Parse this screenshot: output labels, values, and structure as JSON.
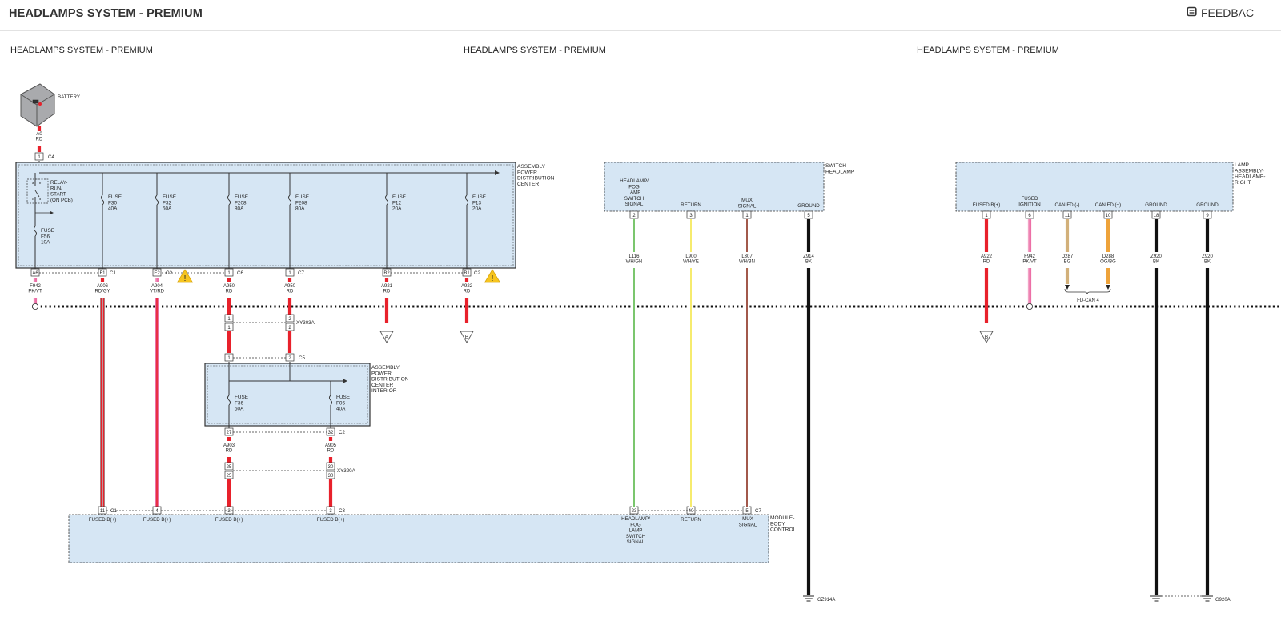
{
  "page": {
    "title": "HEADLAMPS SYSTEM - PREMIUM",
    "feedback_label": "FEEDBAC"
  },
  "sections": [
    "HEADLAMPS SYSTEM - PREMIUM",
    "HEADLAMPS SYSTEM - PREMIUM",
    "HEADLAMPS SYSTEM - PREMIUM"
  ],
  "colors": {
    "box_fill": "#d6e6f4",
    "red": "#e8212b",
    "pink": "#ec6fa6",
    "green": "#5ab84a",
    "yellow": "#f3e64a",
    "black": "#111111",
    "tan": "#d2b07a",
    "orange": "#eea33a",
    "warning": "#f7c51e"
  },
  "diagram": {
    "battery": {
      "label": "BATTERY",
      "wire": [
        "A0",
        "RD"
      ],
      "pin": "1",
      "connector": "C4"
    },
    "ipdc": {
      "name": [
        "ASSEMBLY",
        "POWER",
        "DISTRIBUTION",
        "CENTER"
      ],
      "relay": [
        "RELAY-",
        "RUN/",
        "START",
        "(ON PCB)"
      ],
      "fuses": [
        [
          "FUSE",
          "F56",
          "10A"
        ],
        [
          "FUSE",
          "F30",
          "40A"
        ],
        [
          "FUSE",
          "F32",
          "50A"
        ],
        [
          "FUSE",
          "F208",
          "80A"
        ],
        [
          "FUSE",
          "F208",
          "80A"
        ],
        [
          "FUSE",
          "F12",
          "20A"
        ],
        [
          "FUSE",
          "F13",
          "20A"
        ]
      ],
      "pins": [
        "A6",
        "F1",
        "E2",
        "1",
        "1",
        "B2",
        "B1"
      ],
      "connectors": [
        "C1",
        "C2",
        "C6",
        "C7",
        "C2"
      ],
      "wires": [
        [
          "F942",
          "PK/VT"
        ],
        [
          "A906",
          "RD/GY"
        ],
        [
          "A904",
          "VT/RD"
        ],
        [
          "A950",
          "RD"
        ],
        [
          "A950",
          "RD"
        ],
        [
          "A921",
          "RD"
        ],
        [
          "A922",
          "RD"
        ]
      ],
      "offpage": [
        "A",
        "B"
      ]
    },
    "splice": {
      "label": "XY303A",
      "pins": [
        "1",
        "2",
        "1",
        "2",
        "1",
        "2"
      ],
      "connector": "C5"
    },
    "ipdc_interior": {
      "name": [
        "ASSEMBLY",
        "POWER",
        "DISTRIBUTION",
        "CENTER",
        "INTERIOR"
      ],
      "fuses": [
        [
          "FUSE",
          "F36",
          "50A"
        ],
        [
          "FUSE",
          "F06",
          "40A"
        ]
      ],
      "pins": [
        "27",
        "32"
      ],
      "connector": "C2",
      "wires": [
        [
          "A903",
          "RD"
        ],
        [
          "A905",
          "RD"
        ]
      ],
      "splice_pins": [
        "25",
        "30",
        "25",
        "30"
      ],
      "splice_label": "XY320A"
    },
    "bcm": {
      "name": [
        "MODULE-",
        "BODY",
        "CONTROL"
      ],
      "pins": [
        "11",
        "4",
        "2",
        "3",
        "23",
        "40",
        "5"
      ],
      "connectors": [
        "C1",
        "C3",
        "C7"
      ],
      "labels": [
        "FUSED B(+)",
        "FUSED B(+)",
        "FUSED B(+)",
        "FUSED B(+)"
      ],
      "signals": [
        [
          "HEADLAMP/",
          "FOG",
          "LAMP",
          "SWITCH",
          "SIGNAL"
        ],
        [
          "RETURN"
        ],
        [
          "MUX",
          "SIGNAL"
        ]
      ]
    },
    "switch": {
      "name": [
        "SWITCH",
        "HEADLAMP"
      ],
      "labels": [
        [
          "HEADLAMP/",
          "FOG",
          "LAMP",
          "SWITCH",
          "SIGNAL"
        ],
        [
          "RETURN"
        ],
        [
          "MUX",
          "SIGNAL"
        ],
        [
          "GROUND"
        ]
      ],
      "pins": [
        "2",
        "3",
        "1",
        "5"
      ],
      "wires": [
        [
          "L116",
          "WH/GN"
        ],
        [
          "L900",
          "WH/YE"
        ],
        [
          "L307",
          "WH/BN"
        ],
        [
          "Z914",
          "BK"
        ]
      ],
      "ground": "GZ914A"
    },
    "lamp": {
      "name": [
        "LAMP",
        "ASSEMBLY-",
        "HEADLAMP-",
        "RIGHT"
      ],
      "labels": [
        [
          "FUSED B(+)"
        ],
        [
          "FUSED",
          "IGNITION"
        ],
        [
          "CAN FD (-)"
        ],
        [
          "CAN FD (+)"
        ],
        [
          "GROUND"
        ],
        [
          "GROUND"
        ]
      ],
      "pins": [
        "1",
        "6",
        "11",
        "10",
        "18",
        "9"
      ],
      "wires": [
        [
          "A922",
          "RD"
        ],
        [
          "F942",
          "PK/VT"
        ],
        [
          "D287",
          "BG"
        ],
        [
          "D288",
          "OG/BG"
        ],
        [
          "Z920",
          "BK"
        ],
        [
          "Z920",
          "BK"
        ]
      ],
      "offpage": "B",
      "bus": "FD-CAN 4",
      "ground": "G920A"
    }
  }
}
